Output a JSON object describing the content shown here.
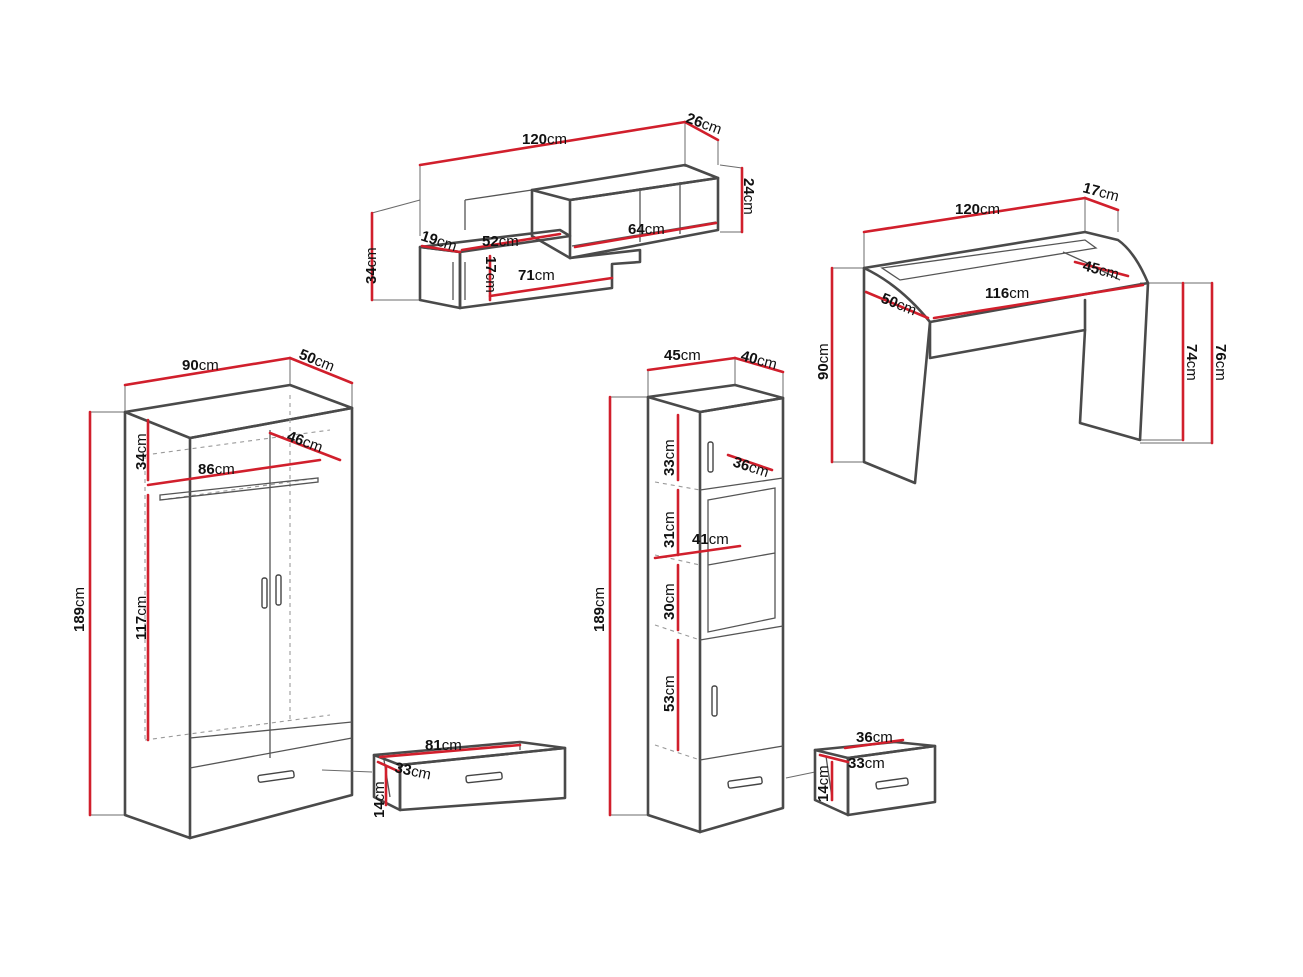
{
  "colors": {
    "outline": "#4a4a4a",
    "dimension_line": "#d11f2c",
    "background": "#ffffff"
  },
  "unit": "cm",
  "items": {
    "wall_shelf": {
      "width": "120",
      "depth": "26",
      "height_left": "34",
      "height_right": "24",
      "left_depth": "19",
      "upper_shelf": "52",
      "box_width": "64",
      "lower_shelf": "71",
      "gap_height": "17"
    },
    "desk": {
      "width": "120",
      "top_depth": "17",
      "shelf_depth": "45",
      "side_depth": "50",
      "inner_width": "116",
      "height": "90",
      "leg_height": "74",
      "total_height": "76"
    },
    "wardrobe": {
      "width": "90",
      "depth": "50",
      "height": "189",
      "top_section": "34",
      "inner_depth": "46",
      "rail_width": "86",
      "hanging_height": "117"
    },
    "wardrobe_drawer": {
      "width": "81",
      "depth": "33",
      "height": "14"
    },
    "bookcase": {
      "width": "45",
      "depth": "40",
      "height": "189",
      "top_compartment": "33",
      "inner_depth": "36",
      "shelf_1": "31",
      "inner_width": "41",
      "shelf_2": "30",
      "bottom_compartment": "53"
    },
    "bookcase_drawer": {
      "width": "36",
      "depth": "33",
      "height": "14"
    }
  }
}
